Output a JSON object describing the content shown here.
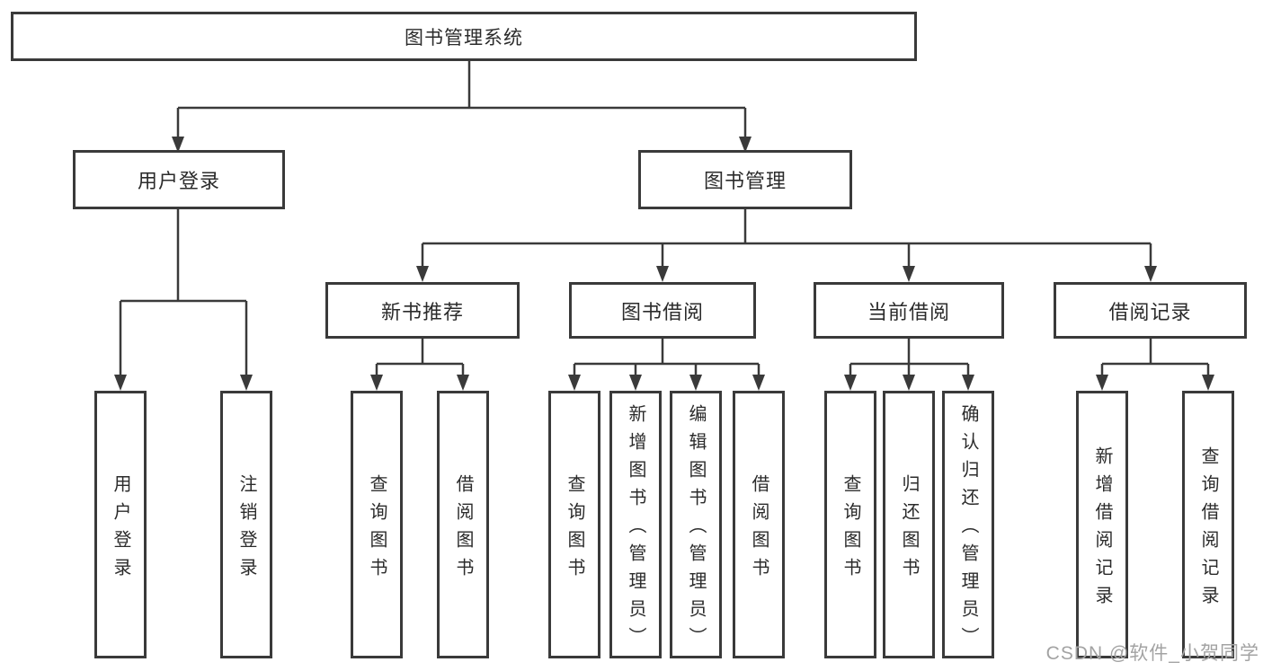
{
  "diagram": {
    "title": "图书管理系统",
    "root": "图书管理系统",
    "level2": [
      "用户登录",
      "图书管理"
    ],
    "level3": [
      "新书推荐",
      "图书借阅",
      "当前借阅",
      "借阅记录"
    ],
    "leaves": [
      "用户登录",
      "注销登录",
      "查询图书",
      "借阅图书",
      "查询图书",
      "新增图书（管理员）",
      "编辑图书（管理员）",
      "借阅图书",
      "查询图书",
      "归还图书",
      "确认归还（管理员）",
      "新增借阅记录",
      "查询借阅记录"
    ]
  },
  "watermark": "CSDN @软件_小贺同学",
  "colors": {
    "line": "#3a3a3a",
    "text": "#2b2b2b",
    "watermark": "#a3a3a3",
    "background": "#ffffff"
  }
}
